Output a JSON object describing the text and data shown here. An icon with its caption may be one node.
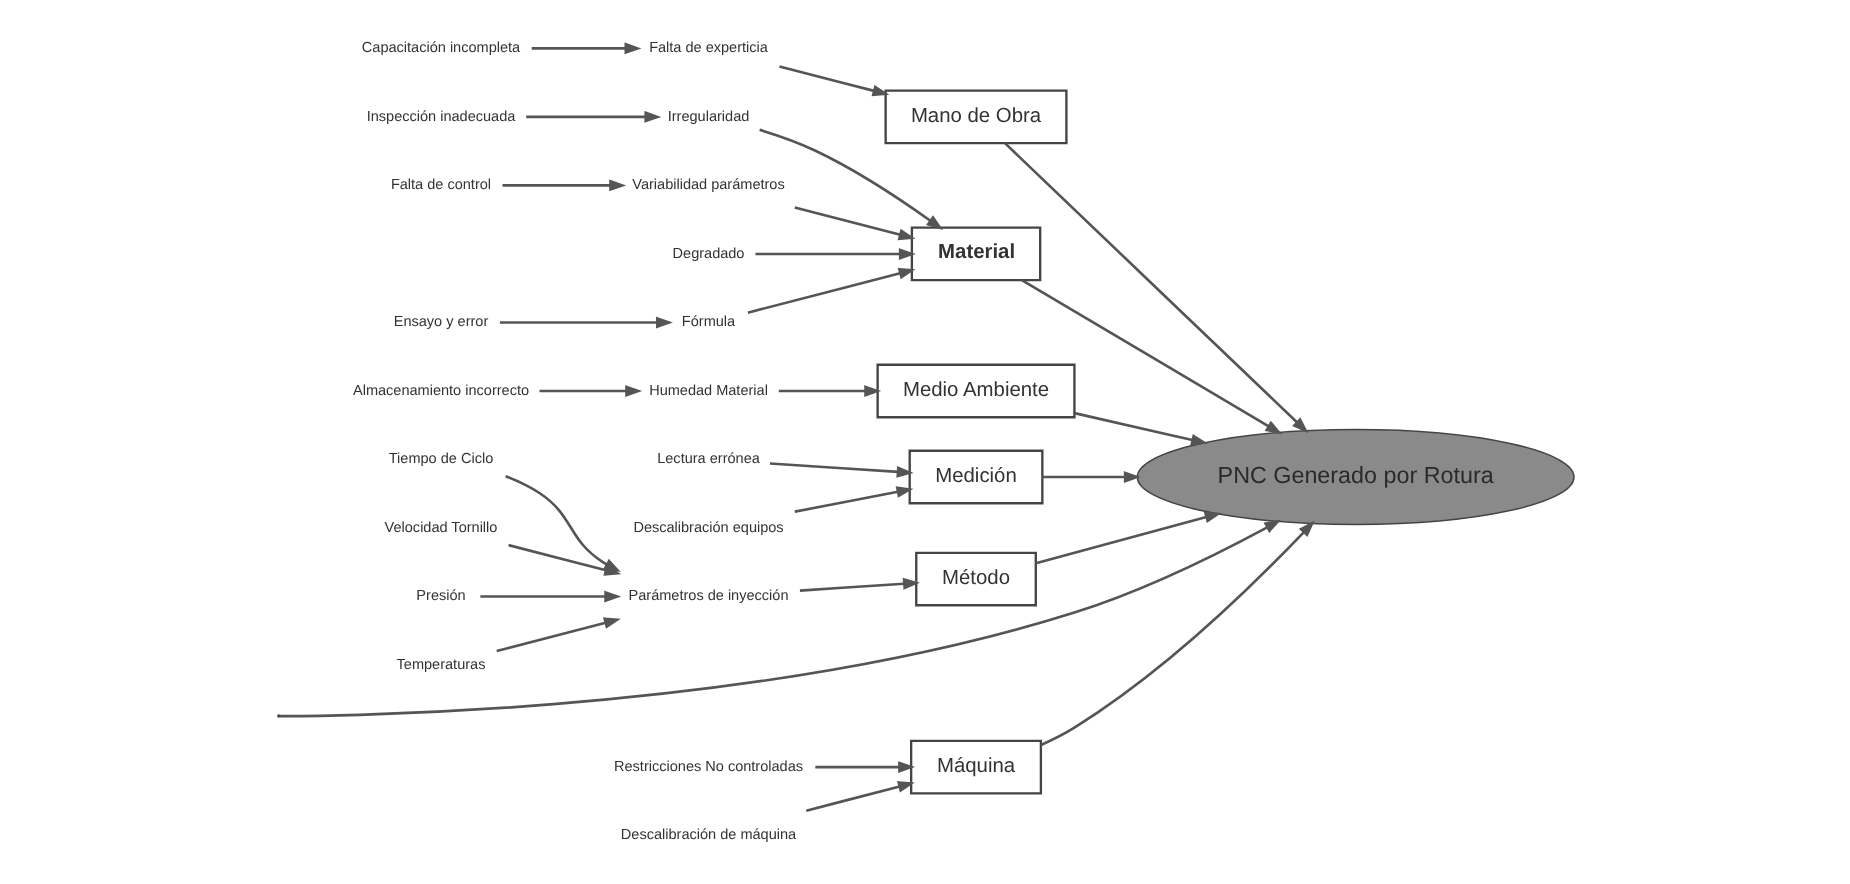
{
  "diagram": {
    "nodes": [
      {
        "text": [
          "Máquina"
        ]
      },
      {
        "text": [
          "Restricciones No controladas"
        ]
      },
      {
        "text": [
          "Descalibración de máquina"
        ]
      },
      {
        "text": [
          "Mano de Obra"
        ]
      },
      {
        "text": [
          "Capacitación incompleta"
        ]
      },
      {
        "text": [
          "Falta de experticia"
        ]
      },
      {
        "text": [
          "Material"
        ]
      },
      {
        "text": [
          "Inspección inadecuada"
        ]
      },
      {
        "text": [
          "Irregularidad"
        ]
      },
      {
        "text": [
          "Falta de control"
        ]
      },
      {
        "text": [
          "Variabilidad parámetros"
        ]
      },
      {
        "text": [
          "Degradado"
        ]
      },
      {
        "text": [
          "Ensayo y error"
        ]
      },
      {
        "text": [
          "Fórmula"
        ]
      },
      {
        "text": [
          "PNC Generado por Rotura"
        ]
      },
      {
        "text": [
          "Humedad Material"
        ]
      },
      {
        "text": [
          "Almacenamiento incorrecto"
        ]
      },
      {
        "text": [
          "Lectura errónea"
        ]
      },
      {
        "text": [
          "Tiempo de Ciclo"
        ]
      },
      {
        "text": [
          "Velocidad Tornillo"
        ]
      },
      {
        "text": [
          "Parámetros de inyección"
        ]
      },
      {
        "text": [
          "Descalibración equipos"
        ]
      },
      {
        "text": [
          "Presión"
        ]
      },
      {
        "text": [
          "Temperaturas"
        ]
      },
      {
        "text": [
          "Medio Ambiente"
        ]
      },
      {
        "text": [
          "Medición"
        ]
      },
      {
        "text": [
          "Método"
        ]
      }
    ],
    "edges": [
      {
        "from": null,
        "to": 14,
        "arrow": "to"
      },
      {
        "from": 0,
        "to": 14,
        "arrow": "to"
      },
      {
        "from": 3,
        "to": 14,
        "arrow": "to"
      },
      {
        "from": 6,
        "to": 14,
        "arrow": "to"
      },
      {
        "from": 24,
        "to": 14,
        "arrow": "to"
      },
      {
        "from": 25,
        "to": 14,
        "arrow": "to"
      },
      {
        "from": 26,
        "to": 14,
        "arrow": "to"
      },
      {
        "from": 1,
        "to": 0,
        "arrow": "to"
      },
      {
        "from": 2,
        "to": 0,
        "arrow": "to"
      },
      {
        "from": 4,
        "to": 5,
        "arrow": "to"
      },
      {
        "from": 5,
        "to": 3,
        "arrow": "to"
      },
      {
        "from": 7,
        "to": 8,
        "arrow": "to"
      },
      {
        "from": 8,
        "to": 6,
        "arrow": "to"
      },
      {
        "from": 9,
        "to": 10,
        "arrow": "to"
      },
      {
        "from": 10,
        "to": 6,
        "arrow": "to"
      },
      {
        "from": 11,
        "to": 6,
        "arrow": "to"
      },
      {
        "from": 12,
        "to": 13,
        "arrow": "to"
      },
      {
        "from": 13,
        "to": 6,
        "arrow": "to"
      },
      {
        "from": 16,
        "to": 15,
        "arrow": "to"
      },
      {
        "from": 15,
        "to": 24,
        "arrow": "to"
      },
      {
        "from": 17,
        "to": 25,
        "arrow": "to"
      },
      {
        "from": 21,
        "to": 25,
        "arrow": "to"
      },
      {
        "from": 18,
        "to": 20,
        "arrow": "to"
      },
      {
        "from": 19,
        "to": 20,
        "arrow": "to"
      },
      {
        "from": 22,
        "to": 20,
        "arrow": "to"
      },
      {
        "from": 23,
        "to": 20,
        "arrow": "to"
      },
      {
        "from": 20,
        "to": 26,
        "arrow": "to"
      }
    ]
  }
}
